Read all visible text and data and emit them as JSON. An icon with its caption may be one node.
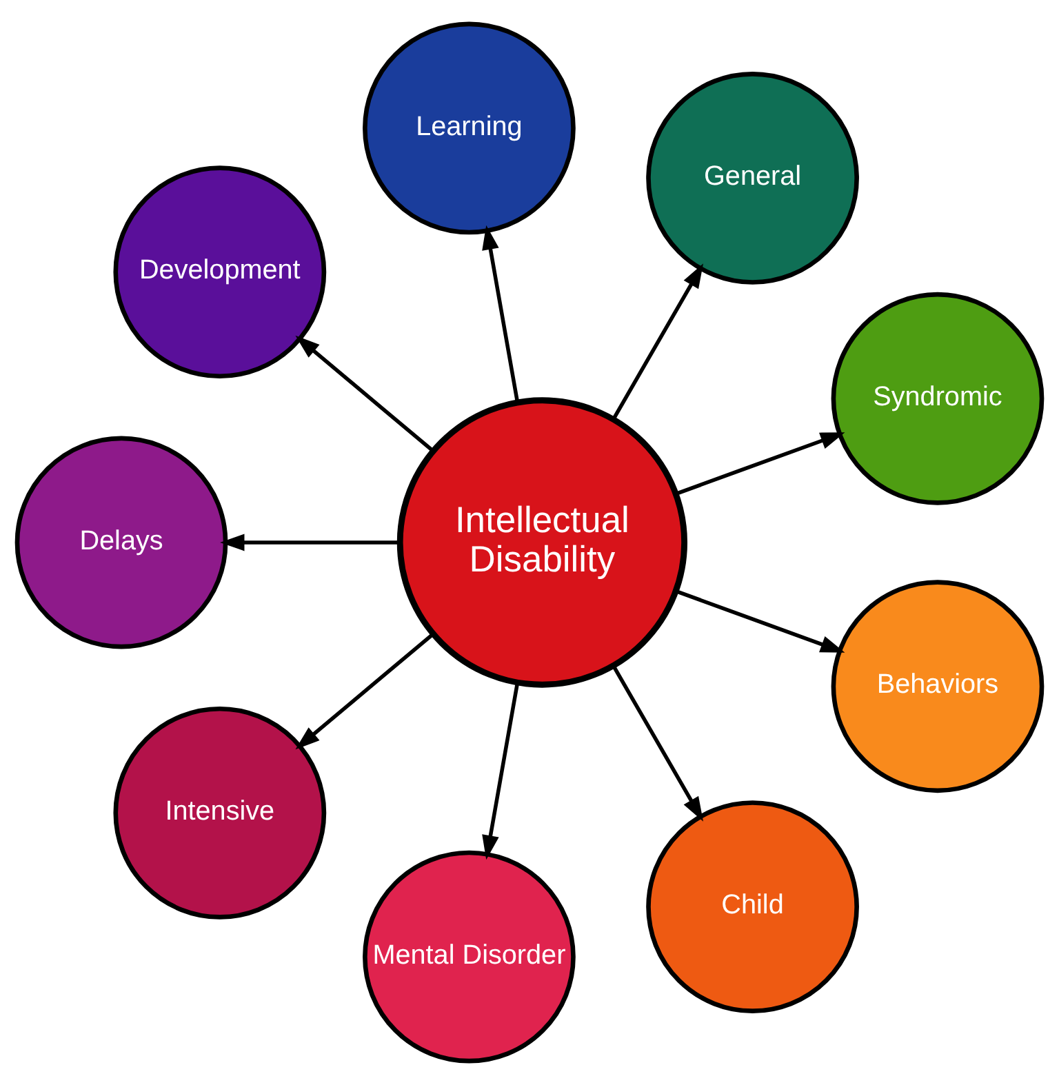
{
  "diagram": {
    "nodes": [
      {
        "text": [
          "Intellectual Disability"
        ]
      },
      {
        "text": [
          "Behaviors"
        ]
      },
      {
        "text": [
          "Child"
        ]
      },
      {
        "text": [
          "Mental Disorder"
        ]
      },
      {
        "text": [
          "Intensive"
        ]
      },
      {
        "text": [
          "Delays"
        ]
      },
      {
        "text": [
          "Development"
        ]
      },
      {
        "text": [
          "Learning"
        ]
      },
      {
        "text": [
          "General"
        ]
      },
      {
        "text": [
          "Syndromic"
        ]
      }
    ],
    "edges": [
      {
        "from": 0,
        "to": 1,
        "arrow": "to"
      },
      {
        "from": 0,
        "to": 2,
        "arrow": "to"
      },
      {
        "from": 0,
        "to": 3,
        "arrow": "to"
      },
      {
        "from": 0,
        "to": 4,
        "arrow": "to"
      },
      {
        "from": 0,
        "to": 5,
        "arrow": "to"
      },
      {
        "from": 0,
        "to": 6,
        "arrow": "to"
      },
      {
        "from": 0,
        "to": 7,
        "arrow": "to"
      },
      {
        "from": 0,
        "to": 8,
        "arrow": "to"
      },
      {
        "from": 0,
        "to": 9,
        "arrow": "to"
      }
    ]
  }
}
